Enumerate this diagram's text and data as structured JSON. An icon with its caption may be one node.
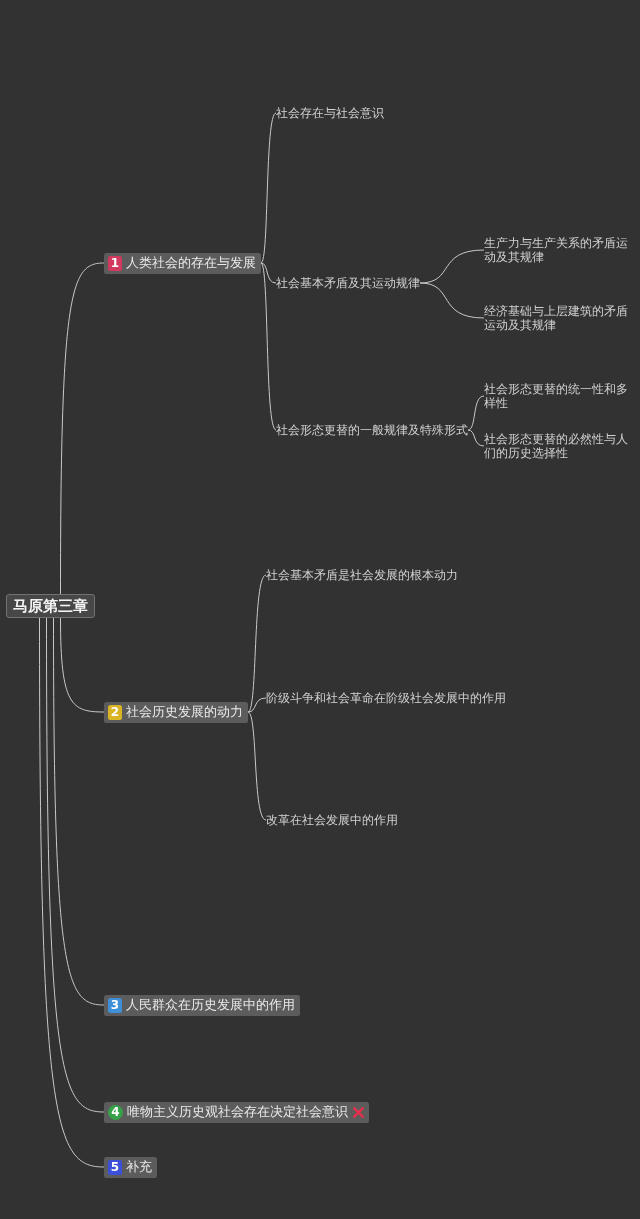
{
  "diagram": {
    "nodes": [
      {
        "text": [
          "马原第三章"
        ]
      },
      {
        "text": [
          "1",
          "人类社会的存在与发展"
        ]
      },
      {
        "text": [
          "社会存在与社会意识"
        ]
      },
      {
        "text": [
          "社会基本矛盾及其运动规律"
        ]
      },
      {
        "text": [
          "生产力与生产关系的矛盾运动及其规律"
        ]
      },
      {
        "text": [
          "经济基础与上层建筑的矛盾运动及其规律"
        ]
      },
      {
        "text": [
          "社会形态更替的一般规律及特殊形式"
        ]
      },
      {
        "text": [
          "社会形态更替的统一性和多样性"
        ]
      },
      {
        "text": [
          "社会形态更替的必然性与人们的历史选择性"
        ]
      },
      {
        "text": [
          "2",
          "社会历史发展的动力"
        ]
      },
      {
        "text": [
          "社会基本矛盾是社会发展的根本动力"
        ]
      },
      {
        "text": [
          "阶级斗争和社会革命在阶级社会发展中的作用"
        ]
      },
      {
        "text": [
          "改革在社会发展中的作用"
        ]
      },
      {
        "text": [
          "3",
          "人民群众在历史发展中的作用"
        ]
      },
      {
        "text": [
          "4",
          "唯物主义历史观社会存在决定社会意识"
        ]
      },
      {
        "text": [
          "5",
          "补充"
        ]
      }
    ],
    "edges": [
      {
        "from": 0,
        "to": 1,
        "arrow": "none"
      },
      {
        "from": 1,
        "to": 2,
        "arrow": "none"
      },
      {
        "from": 1,
        "to": 3,
        "arrow": "none"
      },
      {
        "from": 3,
        "to": 4,
        "arrow": "none"
      },
      {
        "from": 3,
        "to": 5,
        "arrow": "none"
      },
      {
        "from": 1,
        "to": 6,
        "arrow": "none"
      },
      {
        "from": 6,
        "to": 7,
        "arrow": "none"
      },
      {
        "from": 6,
        "to": 8,
        "arrow": "none"
      },
      {
        "from": 0,
        "to": 9,
        "arrow": "none"
      },
      {
        "from": 9,
        "to": 10,
        "arrow": "none"
      },
      {
        "from": 9,
        "to": 11,
        "arrow": "none"
      },
      {
        "from": 9,
        "to": 12,
        "arrow": "none"
      },
      {
        "from": 0,
        "to": 13,
        "arrow": "none"
      },
      {
        "from": 0,
        "to": 14,
        "arrow": "none"
      },
      {
        "from": 0,
        "to": 15,
        "arrow": "none"
      }
    ]
  }
}
